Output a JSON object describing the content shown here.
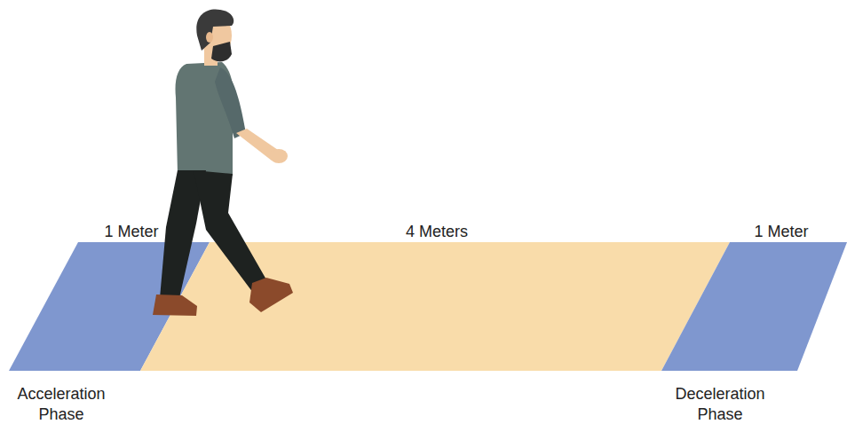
{
  "diagram": {
    "nodes": [
      {
        "text": [
          "1 Meter",
          "Acceleration Phase"
        ]
      },
      {
        "text": [
          "4 Meters"
        ]
      },
      {
        "text": [
          "1 Meter",
          "Deceleration Phase"
        ]
      }
    ]
  }
}
